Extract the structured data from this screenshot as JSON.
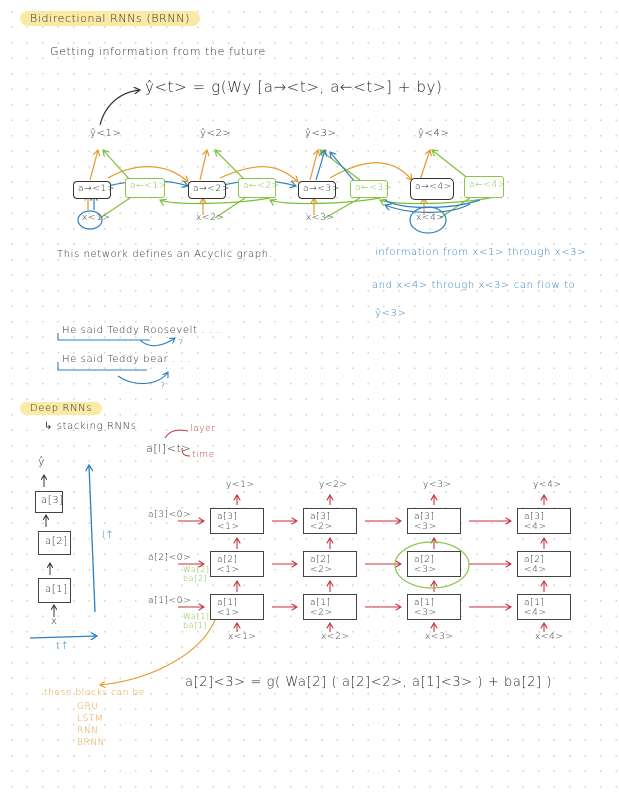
{
  "section1": {
    "heading": "Bidirectional RNNs (BRNN)",
    "subtitle": "Getting information from the future",
    "formula": {
      "lhs": "ŷ<t>",
      "rhs": "= g(Wy [a→<t>, a←<t>] + by)"
    },
    "outputs": [
      "ŷ<1>",
      "ŷ<2>",
      "ŷ<3>",
      "ŷ<4>"
    ],
    "forward_cells": [
      "a→<1>",
      "a→<2>",
      "a→<3>",
      "a→<4>"
    ],
    "backward_cells": [
      "a←<1>",
      "a←<2>",
      "a←<3>",
      "a←<4>"
    ],
    "inputs": [
      "x<1>",
      "x<2>",
      "x<3>",
      "x<4>"
    ],
    "note": "This network defines an Acyclic graph.",
    "info_note": {
      "line1": "information from x<1> through x<3>",
      "line2": "and x<4> through x<3> can flow to",
      "line3": "ŷ<3>"
    },
    "examples": [
      {
        "text": "He said Teddy Roosevelt . . .",
        "question": "?"
      },
      {
        "text": "He said Teddy bear . . .",
        "question": "?"
      }
    ]
  },
  "section2": {
    "heading": "Deep RNNs",
    "subheading": "↳ stacking RNNs",
    "notation": {
      "symbol": "a[l]<t>",
      "layer_label": "layer",
      "time_label": "time"
    },
    "stack": {
      "output": "ŷ",
      "layers": [
        "a[3]",
        "a[2]",
        "a[1]"
      ],
      "input": "x",
      "vertical_axis": "l↑",
      "horizontal_axis": "t↑"
    },
    "grid": {
      "outputs": [
        "y<1>",
        "y<2>",
        "y<3>",
        "y<4>"
      ],
      "initial_states": [
        "a[3]<0>",
        "a[2]<0>",
        "a[1]<0>"
      ],
      "rows": [
        [
          "a[3]<1>",
          "a[3]<2>",
          "a[3]<3>",
          "a[3]<4>"
        ],
        [
          "a[2]<1>",
          "a[2]<2>",
          "a[2]<3>",
          "a[2]<4>"
        ],
        [
          "a[1]<1>",
          "a[1]<2>",
          "a[1]<3>",
          "a[1]<4>"
        ]
      ],
      "inputs": [
        "x<1>",
        "x<2>",
        "x<3>",
        "x<4>"
      ],
      "params_layer2": [
        "Wa[2]",
        "ba[2]"
      ],
      "params_layer1": [
        "Wa[1]",
        "ba[1]"
      ],
      "highlighted_cell": "a[2]<3>"
    },
    "formula": "a[2]<3> = g( Wa[2] ( a[2]<2>, a[1]<3> ) + ba[2] )",
    "blocks_note": {
      "title": "these blocks can be",
      "items": [
        "GRU",
        "LSTM",
        "RNN",
        "BRNN"
      ]
    }
  },
  "colors": {
    "highlight": "#fbe9a6",
    "blue": "#2e7fc1",
    "green": "#7cbf3a",
    "orange": "#e49a2c",
    "red": "#c8323c",
    "ink": "#2a2a2a"
  }
}
